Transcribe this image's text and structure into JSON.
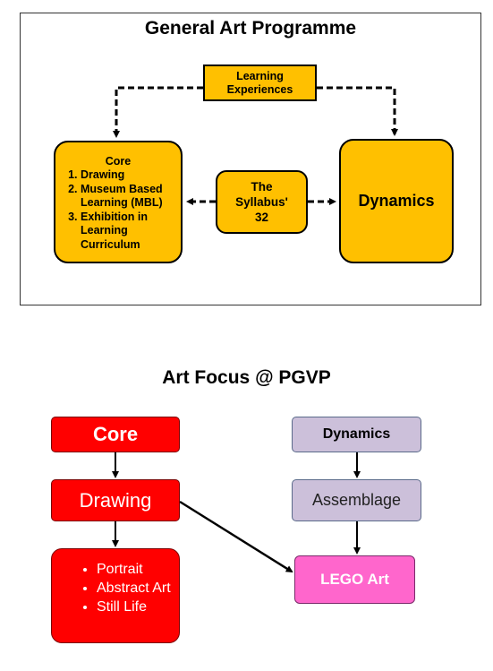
{
  "top_diagram": {
    "title": "General Art Programme",
    "learning_experiences": "Learning\nExperiences",
    "core": {
      "heading": "Core",
      "items": [
        "Drawing",
        "Museum Based Learning (MBL)",
        "Exhibition in Learning Curriculum"
      ]
    },
    "syllabus": "The\nSyllabus'\n32",
    "dynamics": "Dynamics"
  },
  "bottom_diagram": {
    "title": "Art Focus @ PGVP",
    "core": "Core",
    "drawing": "Drawing",
    "drawing_items": [
      "Portrait",
      "Abstract Art",
      "Still Life"
    ],
    "dynamics": "Dynamics",
    "assemblage": "Assemblage",
    "lego_art": "LEGO Art"
  },
  "colors": {
    "orange_box": "#ffc000",
    "red_box": "#ff0000",
    "lavender_box": "#ccc0da",
    "pink_box": "#ff66cc"
  }
}
